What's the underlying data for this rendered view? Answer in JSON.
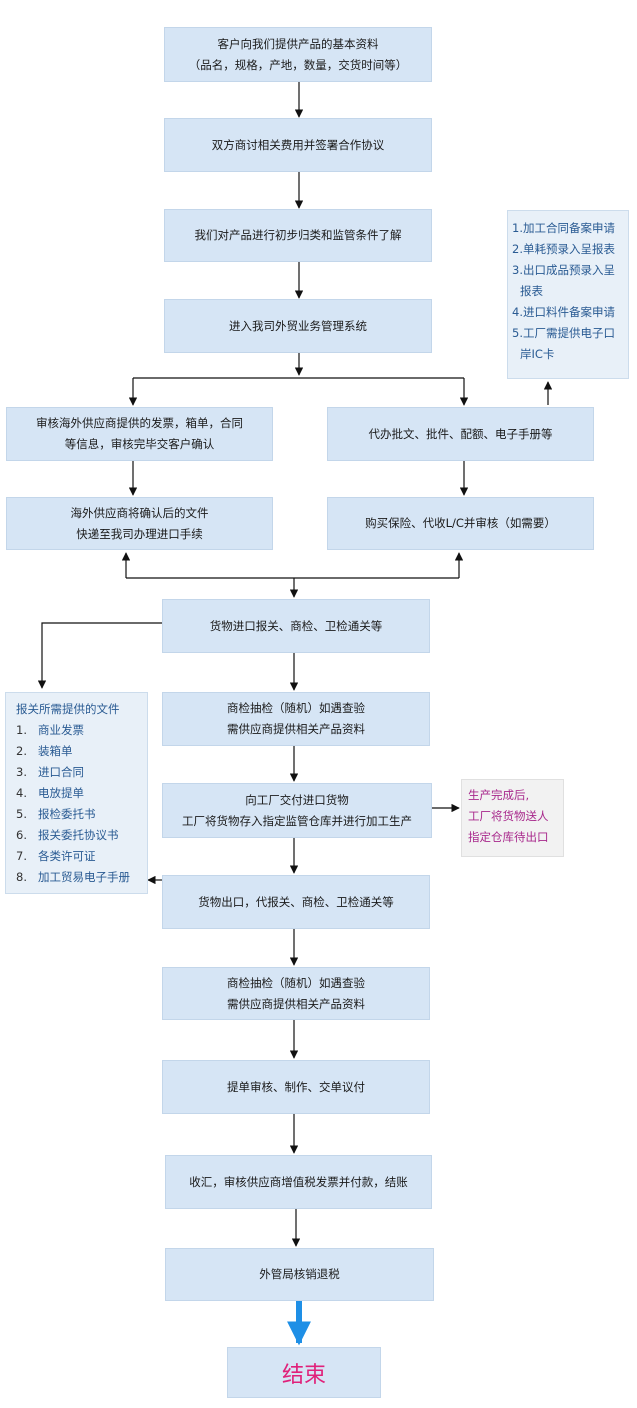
{
  "steps": {
    "s1": [
      "客户向我们提供产品的基本资料",
      "（品名，规格，产地，数量，交货时间等）"
    ],
    "s2": [
      "双方商讨相关费用并签署合作协议"
    ],
    "s3": [
      "我们对产品进行初步归类和监管条件了解"
    ],
    "s4": [
      "进入我司外贸业务管理系统"
    ],
    "left1": [
      "审核海外供应商提供的发票，箱单，合同",
      "等信息，审核完毕交客户确认"
    ],
    "left2": [
      "海外供应商将确认后的文件",
      "快递至我司办理进口手续"
    ],
    "right1": [
      "代办批文、批件、配额、电子手册等"
    ],
    "right2": [
      "购买保险、代收L/C并审核（如需要）"
    ],
    "s5": [
      "货物进口报关、商检、卫检通关等"
    ],
    "s6": [
      "商检抽检（随机）如遇查验",
      "需供应商提供相关产品资料"
    ],
    "s7": [
      "向工厂交付进口货物",
      "工厂将货物存入指定监管仓库并进行加工生产"
    ],
    "s8": [
      "货物出口，代报关、商检、卫检通关等"
    ],
    "s9": [
      "商检抽检（随机）如遇查验",
      "需供应商提供相关产品资料"
    ],
    "s10": [
      "提单审核、制作、交单议付"
    ],
    "s11": [
      "收汇，审核供应商增值税发票并付款，结账"
    ],
    "s12": [
      "外管局核销退税"
    ],
    "end": "结束"
  },
  "notes_right": [
    "1.加工合同备案申请",
    "2.单耗预录入呈报表",
    "3.出口成品预录入呈报表",
    "4.进口料件备案申请",
    "5.工厂需提供电子口岸IC卡"
  ],
  "notes_left": {
    "title": "报关所需提供的文件",
    "items": [
      {
        "num": "1.",
        "text": "商业发票"
      },
      {
        "num": "2.",
        "text": "装箱单"
      },
      {
        "num": "3.",
        "text": "进口合同"
      },
      {
        "num": "4.",
        "text": "电放提单"
      },
      {
        "num": "5.",
        "text": "报检委托书"
      },
      {
        "num": "6.",
        "text": "报关委托协议书"
      },
      {
        "num": "7.",
        "text": "各类许可证"
      },
      {
        "num": "8.",
        "text": "加工贸易电子手册"
      }
    ]
  },
  "production_note": [
    "生产完成后,",
    "工厂将货物送人",
    "指定仓库待出口"
  ],
  "colors": {
    "box_fill": "#d6e5f5",
    "note_fill": "#e8f0f8",
    "note_text": "#2a5b93",
    "pink_text": "#a8288c",
    "end_text": "#e0217a",
    "end_arrow": "#1e8fe6"
  }
}
